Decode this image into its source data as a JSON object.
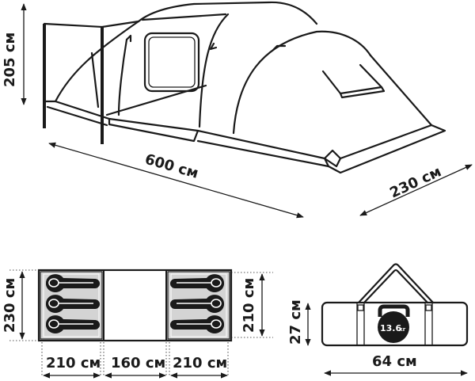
{
  "diagram": {
    "subject": "tunnel-tent-dimensions",
    "colors": {
      "line": "#1a1a1a",
      "background": "#ffffff",
      "bedroom_fill": "#d4d4d4",
      "sleeping_bag": "#1a1a1a"
    },
    "tent_3d": {
      "height_label": "205 см",
      "length_label": "600 см",
      "width_label": "230 см"
    },
    "floor_plan": {
      "width_label": "230 см",
      "bedroom_depth_label": "210 см",
      "sections": [
        {
          "name": "bedroom-left",
          "label": "210 см",
          "sleeping_bags": 3
        },
        {
          "name": "vestibule",
          "label": "160 см",
          "sleeping_bags": 0
        },
        {
          "name": "bedroom-right",
          "label": "210 см",
          "sleeping_bags": 3
        }
      ]
    },
    "bag": {
      "height_label": "27 см",
      "length_label": "64 см",
      "weight_label": "13.6",
      "weight_unit": "кг"
    }
  }
}
